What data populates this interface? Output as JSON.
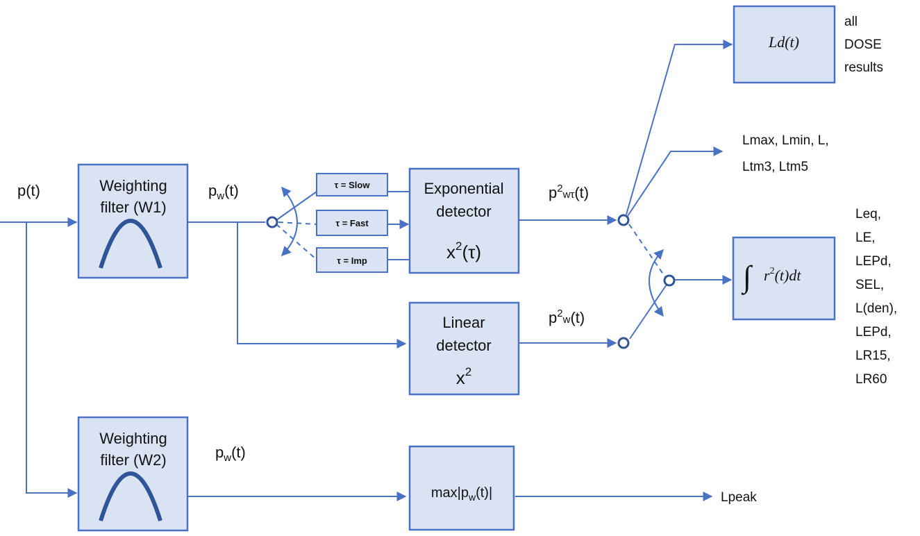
{
  "colors": {
    "box_fill": "#dae3f3",
    "box_stroke": "#4a72c4",
    "wire": "#4a72c4",
    "curve": "#2f5597"
  },
  "input": {
    "label": "p(t)"
  },
  "w1": {
    "line1": "Weighting",
    "line2": "filter (W1)"
  },
  "w2": {
    "line1": "Weighting",
    "line2": "filter (W2)"
  },
  "pw_upper": {
    "base": "p",
    "sub": "w",
    "rest": "(t)"
  },
  "pw_lower": {
    "base": "p",
    "sub": "w",
    "rest": "(t)"
  },
  "tau": {
    "slow": "τ = Slow",
    "fast": "τ = Fast",
    "imp": "τ = Imp"
  },
  "exp_detector": {
    "line1": "Exponential",
    "line2": "detector",
    "x": "x",
    "sup": "2",
    "arg": "(τ)"
  },
  "lin_detector": {
    "line1": "Linear",
    "line2": "detector",
    "x": "x",
    "sup": "2"
  },
  "max_box": {
    "pre": "max|p",
    "sub": "w",
    "post": "(t)|"
  },
  "p2wt": {
    "base": "p",
    "sup": "2",
    "sub": "wτ",
    "rest": "(t)"
  },
  "p2w": {
    "base": "p",
    "sup": "2",
    "sub": "w",
    "rest": "(t)"
  },
  "ld_box": {
    "text": "Ld(t)"
  },
  "int_box": {
    "integral": "∫",
    "r": "r",
    "sup": "2",
    "rest": "(t)dt"
  },
  "outputs": {
    "dose": [
      "all",
      "DOSE",
      "results"
    ],
    "lmax": [
      "Lmax, Lmin, L,",
      "Ltm3, Ltm5"
    ],
    "leq": [
      "Leq,",
      "LE,",
      "LEPd,",
      "SEL,",
      "L(den),",
      "LEPd,",
      "LR15,",
      "LR60"
    ],
    "lpeak": "Lpeak"
  }
}
